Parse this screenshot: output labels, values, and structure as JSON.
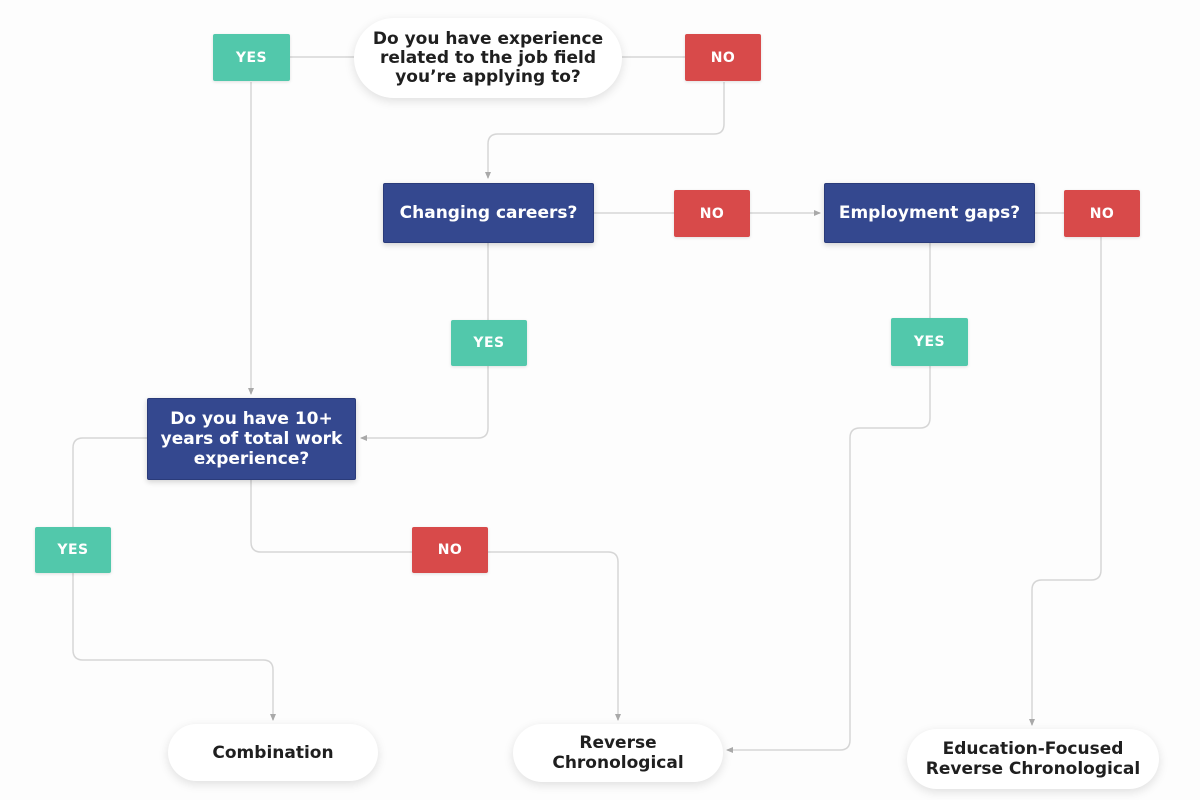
{
  "questions": {
    "experience": "Do you have experience related to the job field you’re applying to?",
    "changing_careers": "Changing careers?",
    "employment_gaps": "Employment gaps?",
    "ten_years": "Do you have 10+ years of total work experience?"
  },
  "answers": {
    "yes": "YES",
    "no": "NO"
  },
  "results": {
    "combination": "Combination",
    "reverse_chronological": "Reverse Chronological",
    "education_focused": "Education-Focused Reverse Chronological"
  },
  "colors": {
    "question_fill": "#34488f",
    "yes_fill": "#52c8ab",
    "no_fill": "#d84a4a",
    "connector": "#d6d6d6",
    "arrowhead": "#a9a9a9"
  }
}
